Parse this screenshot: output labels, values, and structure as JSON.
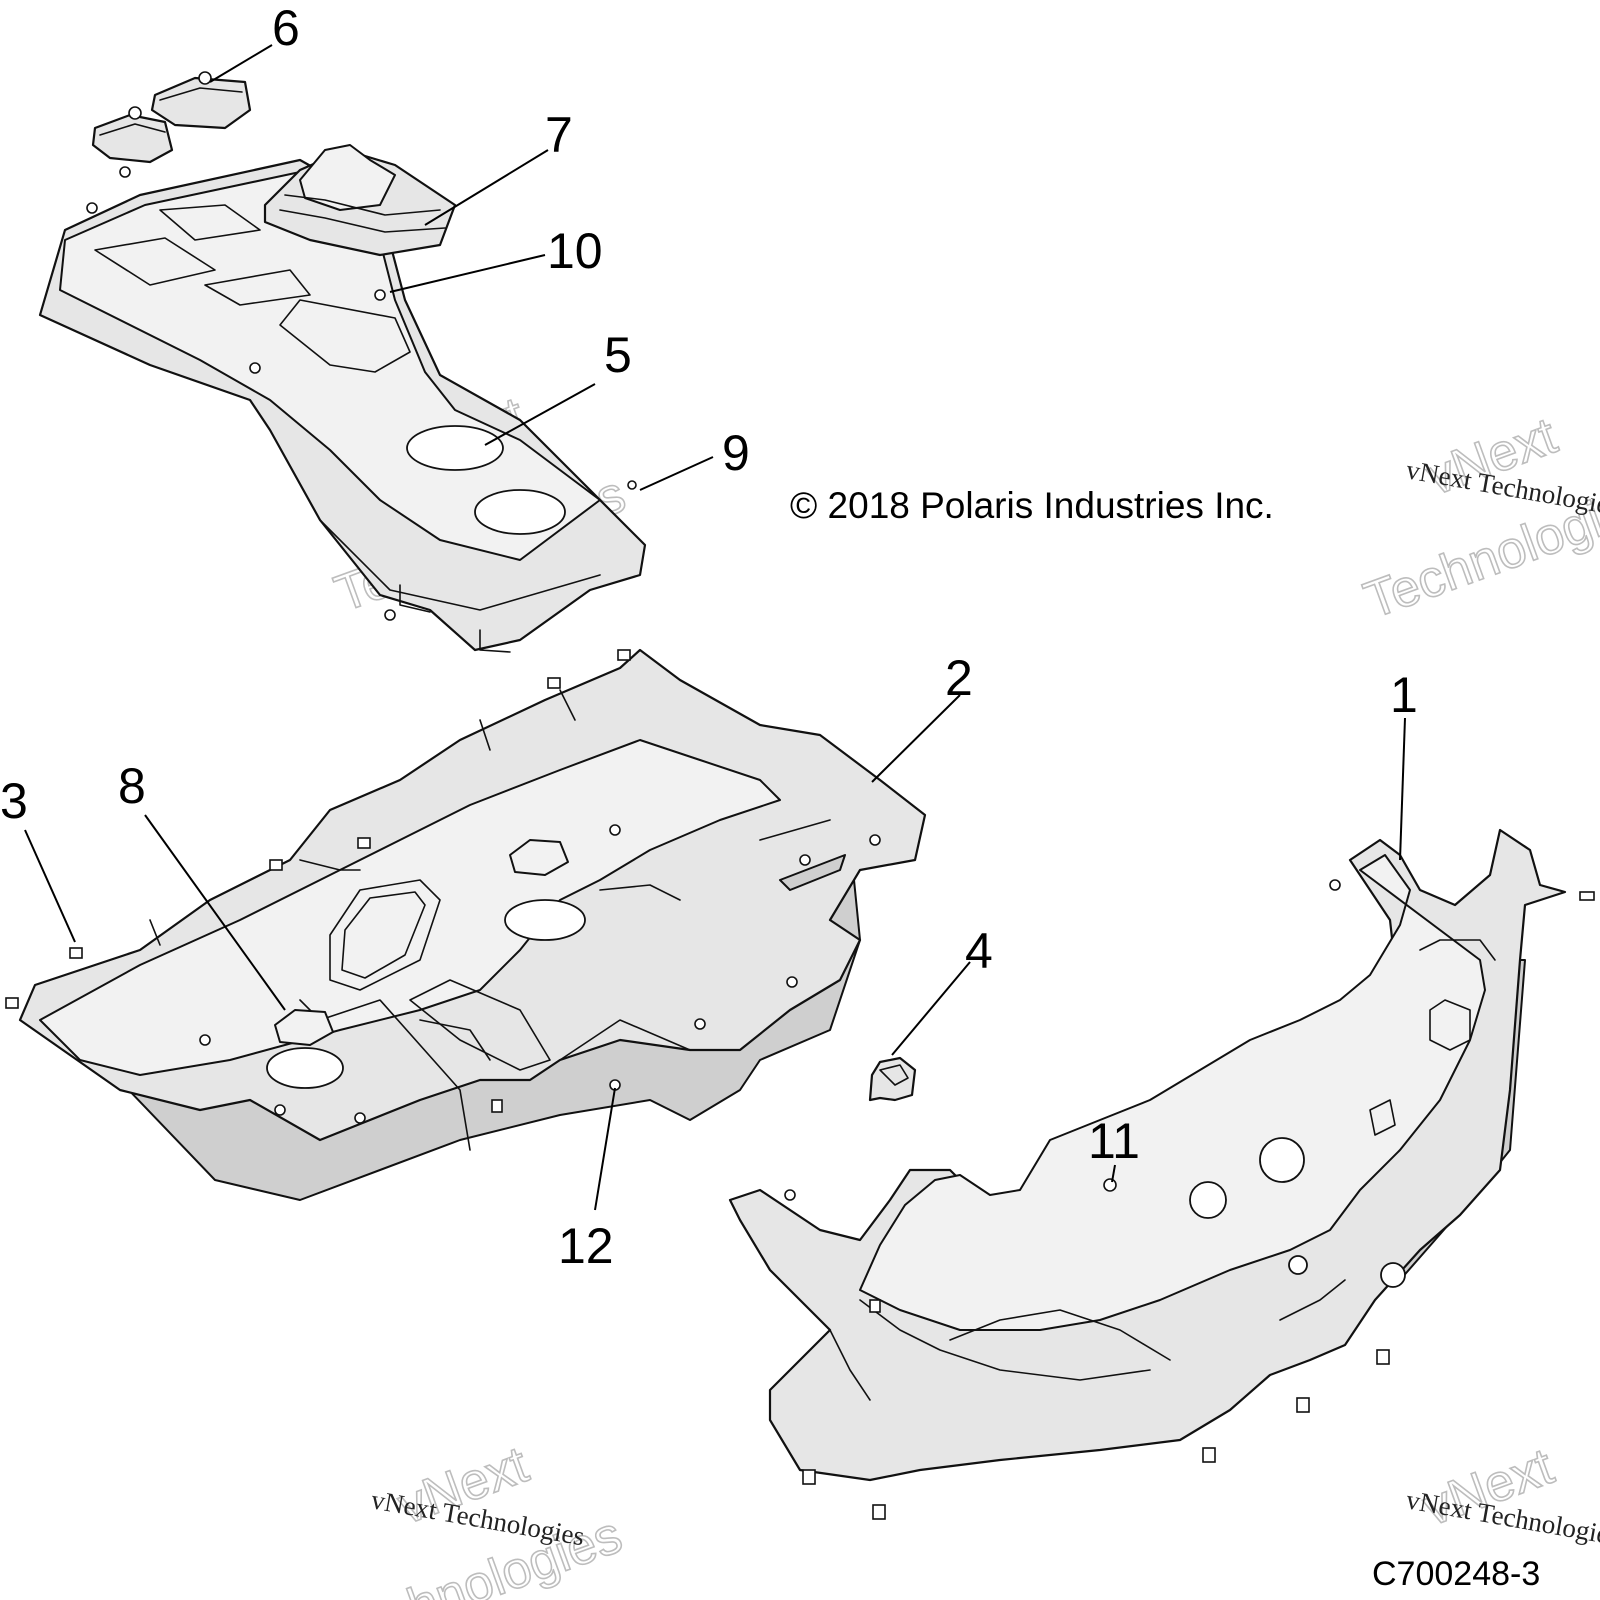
{
  "diagram": {
    "copyright": "© 2018 Polaris Industries Inc.",
    "figure_code": "C700248-3",
    "watermark": {
      "line1": "vNext",
      "line2": "Technologies",
      "caption": "vNext Technologies"
    },
    "callouts": [
      {
        "id": "1",
        "label": "1"
      },
      {
        "id": "2",
        "label": "2"
      },
      {
        "id": "3",
        "label": "3"
      },
      {
        "id": "4",
        "label": "4"
      },
      {
        "id": "5",
        "label": "5"
      },
      {
        "id": "6",
        "label": "6"
      },
      {
        "id": "7",
        "label": "7"
      },
      {
        "id": "8",
        "label": "8"
      },
      {
        "id": "9",
        "label": "9"
      },
      {
        "id": "10",
        "label": "10"
      },
      {
        "id": "11",
        "label": "11"
      },
      {
        "id": "12",
        "label": "12"
      }
    ]
  }
}
